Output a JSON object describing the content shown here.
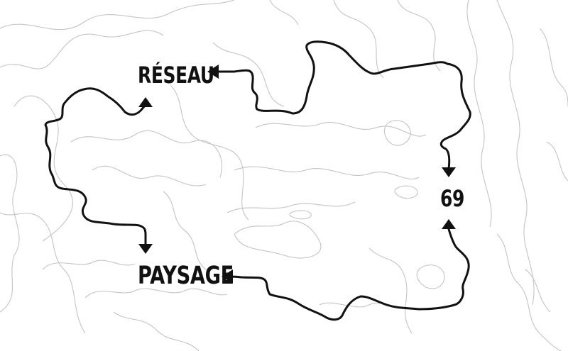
{
  "labels": {
    "reseau": "RÉSEAU",
    "sixty_nine": "69",
    "paysage": "PAYSAGE"
  },
  "colors": {
    "background": "#ffffff",
    "contour_lines": "#c4c4c4",
    "route": "#111111",
    "text": "#111111"
  },
  "icons": [
    "arrow-left-icon",
    "arrow-up-icon",
    "arrow-down-icon"
  ]
}
